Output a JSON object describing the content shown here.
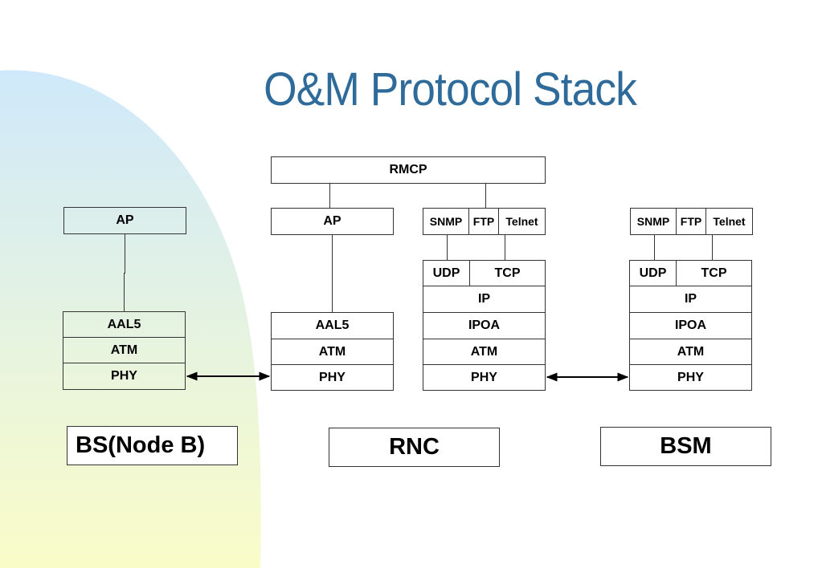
{
  "title": "O&M Protocol Stack",
  "colors": {
    "title": "#2f6b9a",
    "bg_gradient_top": "#cfe9fb",
    "bg_gradient_bottom": "#fafcc8"
  },
  "rnc": {
    "rmcp": "RMCP",
    "ap": "AP",
    "snmp": "SNMP",
    "ftp": "FTP",
    "telnet": "Telnet",
    "udp": "UDP",
    "tcp": "TCP",
    "ip": "IP",
    "ipoa": "IPOA",
    "atm_right": "ATM",
    "phy_right": "PHY",
    "aal5": "AAL5",
    "atm_left": "ATM",
    "phy_left": "PHY",
    "label": "RNC"
  },
  "bs": {
    "ap": "AP",
    "aal5": "AAL5",
    "atm": "ATM",
    "phy": "PHY",
    "label": "BS(Node B)"
  },
  "bsm": {
    "snmp": "SNMP",
    "ftp": "FTP",
    "telnet": "Telnet",
    "udp": "UDP",
    "tcp": "TCP",
    "ip": "IP",
    "ipoa": "IPOA",
    "atm": "ATM",
    "phy": "PHY",
    "label": "BSM"
  }
}
